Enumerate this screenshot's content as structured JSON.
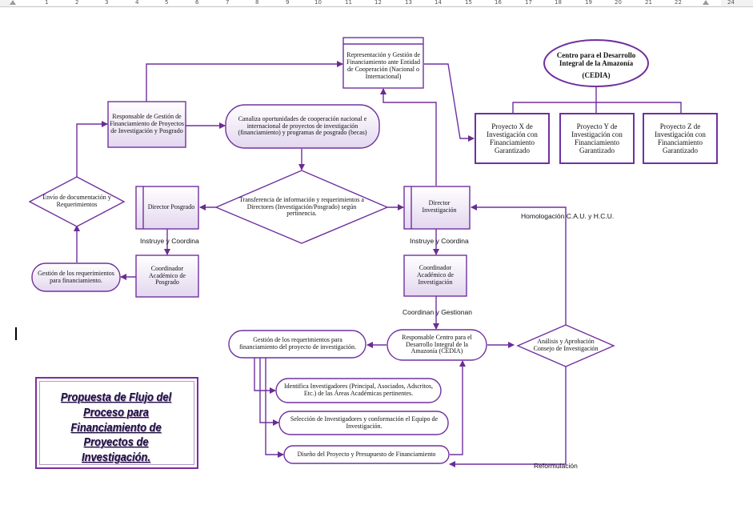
{
  "ruler": {
    "ticks": [
      "1",
      "2",
      "3",
      "4",
      "5",
      "6",
      "7",
      "8",
      "9",
      "10",
      "11",
      "12",
      "13",
      "14",
      "15",
      "16",
      "17",
      "18",
      "19",
      "20",
      "21",
      "22",
      "24"
    ]
  },
  "diagram": {
    "title": "Propuesta de Flujo del Proceso para Financiamiento de Proyectos de Investigación.",
    "nodes": {
      "representacion": "Representación y Gestión de Financiamiento ante Entidad de Cooperación (Nacional o Internacional)",
      "responsable_gestion": "Responsable de Gestión de Financiamiento de Proyectos de Investigación y Posgrado",
      "canaliza": "Canaliza oportunidades de cooperación nacional e internacional de proyectos de investigación (financiamiento) y programas de posgrado (becas)",
      "cedia_title": "Centro para el Desarrollo Integral de la Amazonía",
      "cedia_abbr": "(CEDIA)",
      "proyecto_x": "Proyecto X de Investigación con Financiamiento Garantizado",
      "proyecto_y": "Proyecto Y de Investigación con Financiamiento Garantizado",
      "proyecto_z": "Proyecto Z de Investigación con Financiamiento Garantizado",
      "envio": "Envío de documentación y Requerimientos",
      "director_posgrado": "Director Posgrado",
      "transferencia": "Transferencia de información y requerimientos a Directores (Investigación/Posgrado) según pertinencia.",
      "director_investigacion": "Director Investigación",
      "gestion_req": "Gestión de los requerimientos para financiamiento.",
      "coord_posgrado": "Coordinador Académico de Posgrado",
      "coord_investigacion": "Coordinador Académico de Investigación",
      "responsable_cedia": "Responsable Centro para el Desarrollo Integral de la Amazonía (CEDIA)",
      "analisis": "Análisis y Aprobación Consejo de Investigación",
      "gestion_req_proyecto": "Gestión de los requerimientos para financiamiento del proyecto de investigación.",
      "identifica": "Identifica Investigadores (Principal, Asociados, Adscritos, Etc.) de las Áreas Académicas pertinentes.",
      "seleccion": "Selección de Investigadores y conformación el Equipo de Investigación.",
      "diseno": "Diseño del Proyecto y Presupuesto de Financiamiento"
    },
    "edge_labels": {
      "instruye_posgrado": "Instruye y Coordina",
      "instruye_investigacion": "Instruye y Coordina",
      "coordinan": "Coordinan y Gestionan",
      "homologacion": "Homologación C.A.U. y H.C.U.",
      "reformulacion": "Reformulación"
    }
  },
  "colors": {
    "stroke": "#7030a0",
    "fill_light": "#e9e0f1",
    "fill_white": "#ffffff",
    "text": "#111111"
  }
}
